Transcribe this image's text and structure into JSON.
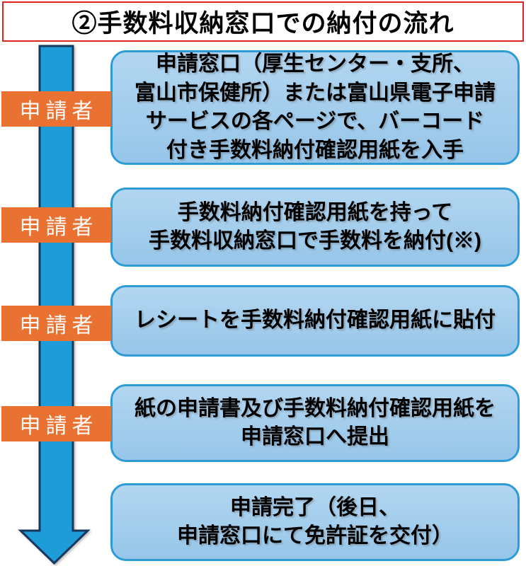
{
  "title": {
    "text": "②手数料収納窓口での納付の流れ"
  },
  "flow": {
    "actor_labels": [
      {
        "label": "申請者"
      },
      {
        "label": "申請者"
      },
      {
        "label": "申請者"
      },
      {
        "label": "申請者"
      }
    ],
    "steps": [
      {
        "text": "申請窓口（厚生センター・支所、\n富山市保健所）または富山県電子申請\nサービスの各ページで、バーコード\n付き手数料納付確認用紙を入手"
      },
      {
        "text": "手数料納付確認用紙を持って\n手数料収納窓口で手数料を納付(※)"
      },
      {
        "text": "レシートを手数料納付確認用紙に貼付"
      },
      {
        "text": "紙の申請書及び手数料納付確認用紙を\n申請窓口へ提出"
      },
      {
        "text": "申請完了（後日、\n申請窓口にて免許証を交付）"
      }
    ]
  },
  "icons": {
    "flow_arrow": "down-arrow"
  },
  "colors": {
    "title_border": "#e02420",
    "title_text": "#000000",
    "step_border": "#2e9bd5",
    "step_fill_top": "#b2d6f1",
    "step_fill_bottom": "#97c5e9",
    "step_text": "#000000",
    "arrow_fill": "#1e9cd8",
    "arrow_outline": "#17375e",
    "actor_bg": "#e97132",
    "actor_text": "#ffffff",
    "background": "#ffffff"
  }
}
